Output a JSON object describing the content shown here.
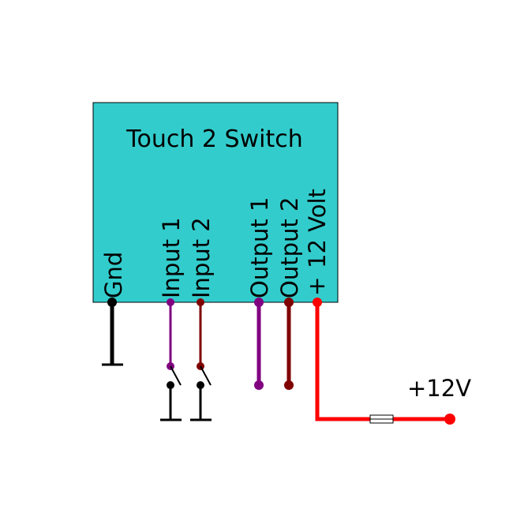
{
  "module": {
    "title": "Touch 2 Switch",
    "fill": "#33cccc",
    "border": "#000000"
  },
  "pins": [
    {
      "id": "gnd",
      "label": "Gnd",
      "color": "#000000"
    },
    {
      "id": "input1",
      "label": "Input 1",
      "color": "#800080"
    },
    {
      "id": "input2",
      "label": "Input 2",
      "color": "#800000"
    },
    {
      "id": "output1",
      "label": "Output 1",
      "color": "#800080"
    },
    {
      "id": "output2",
      "label": "Output 2",
      "color": "#800000"
    },
    {
      "id": "volt12",
      "label": "12 Volt",
      "color": "#ff0000"
    }
  ],
  "plus_mark": "+",
  "supply_label": "+12V",
  "colors": {
    "ground": "#000000",
    "input1": "#800080",
    "input2": "#800000",
    "output1": "#800080",
    "output2": "#800000",
    "power": "#ff0000"
  }
}
